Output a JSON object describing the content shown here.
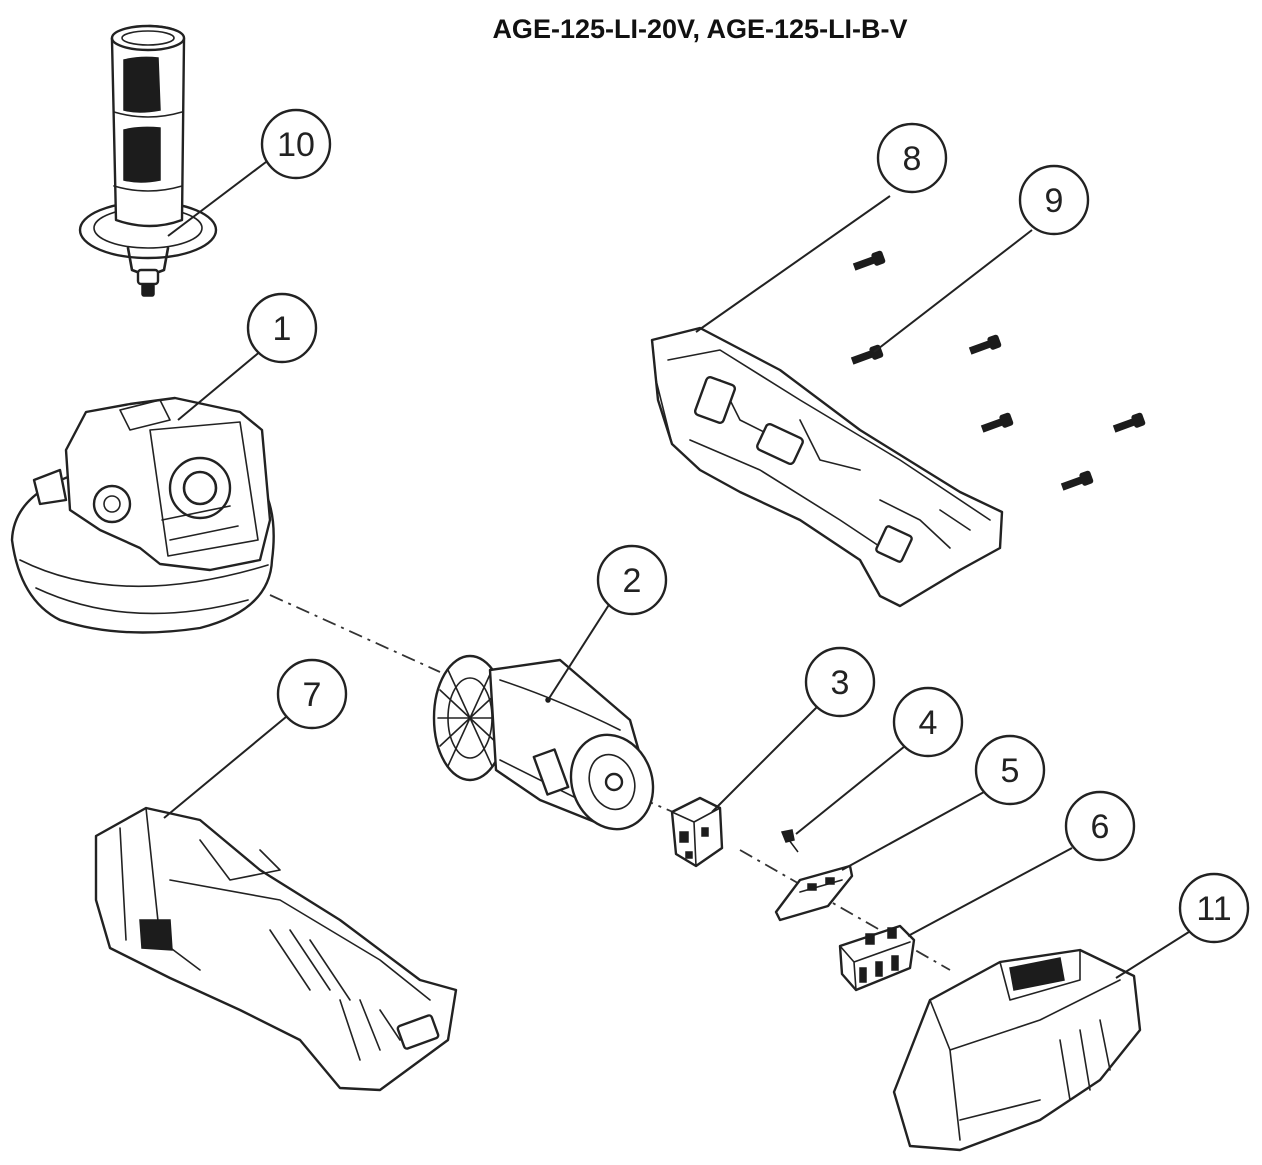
{
  "title": "AGE-125-LI-20V, AGE-125-LI-B-V",
  "callouts": [
    {
      "number": "1"
    },
    {
      "number": "2"
    },
    {
      "number": "3"
    },
    {
      "number": "4"
    },
    {
      "number": "5"
    },
    {
      "number": "6"
    },
    {
      "number": "7"
    },
    {
      "number": "8"
    },
    {
      "number": "9"
    },
    {
      "number": "10"
    },
    {
      "number": "11"
    }
  ]
}
